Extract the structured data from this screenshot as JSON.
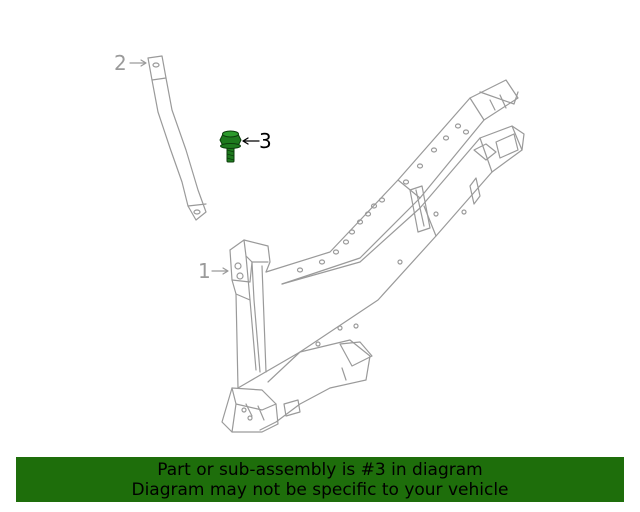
{
  "callouts": {
    "part1": "1",
    "part2": "2",
    "part3": "3"
  },
  "banner": {
    "line1": "Part or sub-assembly is #3 in diagram",
    "line2": "Diagram may not be specific to your vehicle"
  },
  "colors": {
    "line_art": "#9a9a9a",
    "highlight_part": "#1e7a1e",
    "banner_bg": "#1e6e0b",
    "banner_text": "#000000"
  }
}
